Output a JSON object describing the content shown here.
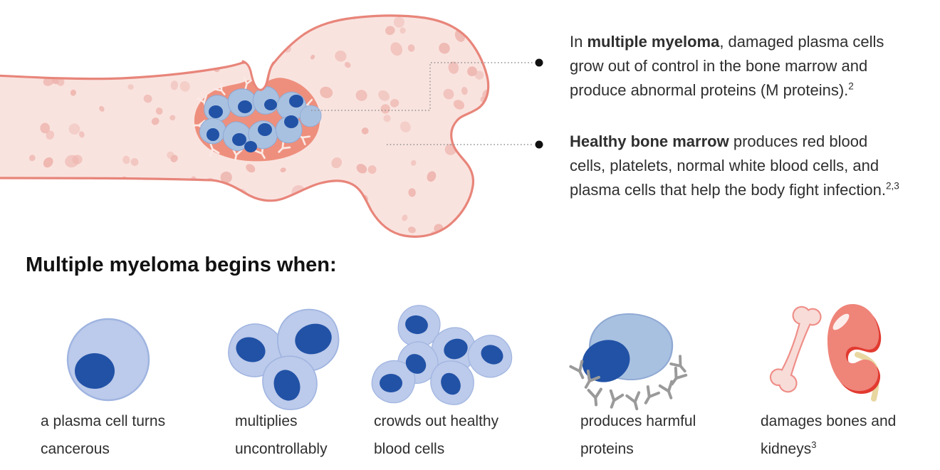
{
  "title": "Multiple myeloma infographic",
  "palette": {
    "bone_fill": "#f9e3df",
    "bone_stroke": "#e8857a",
    "speckle": "#eeb5ae",
    "lesion_fill": "#ee8f7d",
    "cell_fill": "#a9c1e1",
    "cell_stroke": "#8fa9d3",
    "cell_fill_light": "#bccaeb",
    "cell_stroke_light": "#9fb4e0",
    "nucleus": "#2152a6",
    "antibody_white": "#fbe9e5",
    "antibody_gray": "#9a9a9a",
    "leader": "#8c8c8c",
    "bullet": "#111111",
    "text": "#2f2f2f",
    "heading": "#111111",
    "kidney_dark": "#e23a30",
    "kidney_main": "#ef8479",
    "ureter": "#e9d7a2",
    "bone_icon_fill": "#f8dcd8",
    "bone_icon_stroke": "#ef8e88"
  },
  "callouts": [
    {
      "id": "callout-mm",
      "lines": [
        [
          {
            "t": "In "
          },
          {
            "t": "multiple myeloma",
            "b": true
          },
          {
            "t": ", damaged plasma cells"
          }
        ],
        [
          {
            "t": "grow out of control in the bone marrow and"
          }
        ],
        [
          {
            "t": "produce abnormal proteins (M proteins)."
          },
          {
            "t": "2",
            "sup": true
          }
        ]
      ]
    },
    {
      "id": "callout-healthy",
      "lines": [
        [
          {
            "t": "Healthy bone marrow",
            "b": true
          },
          {
            "t": " produces red blood"
          }
        ],
        [
          {
            "t": "cells, platelets, normal white blood cells, and"
          }
        ],
        [
          {
            "t": "plasma cells that help the body fight infection."
          },
          {
            "t": "2,3",
            "sup": true
          }
        ]
      ]
    }
  ],
  "heading": "Multiple myeloma begins when:",
  "stages": [
    {
      "icon": "plasma-cell",
      "caption": [
        [
          {
            "t": "a plasma cell turns"
          }
        ],
        [
          {
            "t": "cancerous"
          }
        ]
      ]
    },
    {
      "icon": "multiplying-cells",
      "caption": [
        [
          {
            "t": "multiplies"
          }
        ],
        [
          {
            "t": "uncontrollably"
          }
        ]
      ]
    },
    {
      "icon": "crowded-cells",
      "caption": [
        [
          {
            "t": "crowds out healthy"
          }
        ],
        [
          {
            "t": "blood cells"
          }
        ]
      ]
    },
    {
      "icon": "cell-with-proteins",
      "caption": [
        [
          {
            "t": "produces harmful"
          }
        ],
        [
          {
            "t": "proteins"
          }
        ]
      ]
    },
    {
      "icon": "bone-and-kidney",
      "caption": [
        [
          {
            "t": "damages bones and"
          }
        ],
        [
          {
            "t": "kidneys"
          },
          {
            "t": "3",
            "sup": true
          }
        ]
      ]
    }
  ]
}
